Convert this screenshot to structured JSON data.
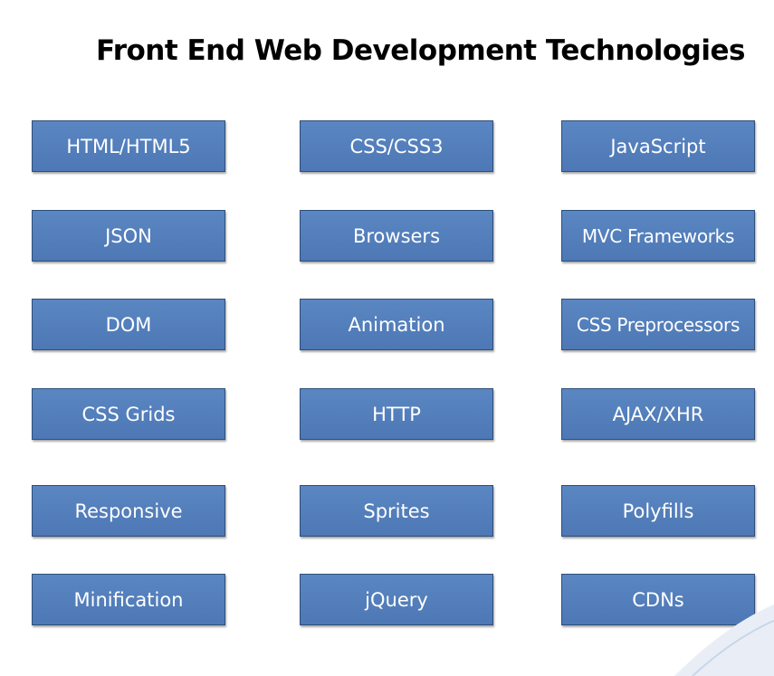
{
  "title": "Front End Web Development Technologies",
  "tiles": [
    {
      "label": "HTML/HTML5"
    },
    {
      "label": "CSS/CSS3"
    },
    {
      "label": "JavaScript"
    },
    {
      "label": "JSON"
    },
    {
      "label": "Browsers"
    },
    {
      "label": "MVC Frameworks"
    },
    {
      "label": "DOM"
    },
    {
      "label": "Animation"
    },
    {
      "label": "CSS Preprocessors"
    },
    {
      "label": "CSS Grids"
    },
    {
      "label": "HTTP"
    },
    {
      "label": "AJAX/XHR"
    },
    {
      "label": "Responsive"
    },
    {
      "label": "Sprites"
    },
    {
      "label": "Polyfills"
    },
    {
      "label": "Minification"
    },
    {
      "label": "jQuery"
    },
    {
      "label": "CDNs"
    }
  ],
  "colors": {
    "tile_fill": "#4f7bb8",
    "tile_border": "#2f4f7a",
    "tile_text": "#ffffff",
    "title_text": "#000000"
  }
}
